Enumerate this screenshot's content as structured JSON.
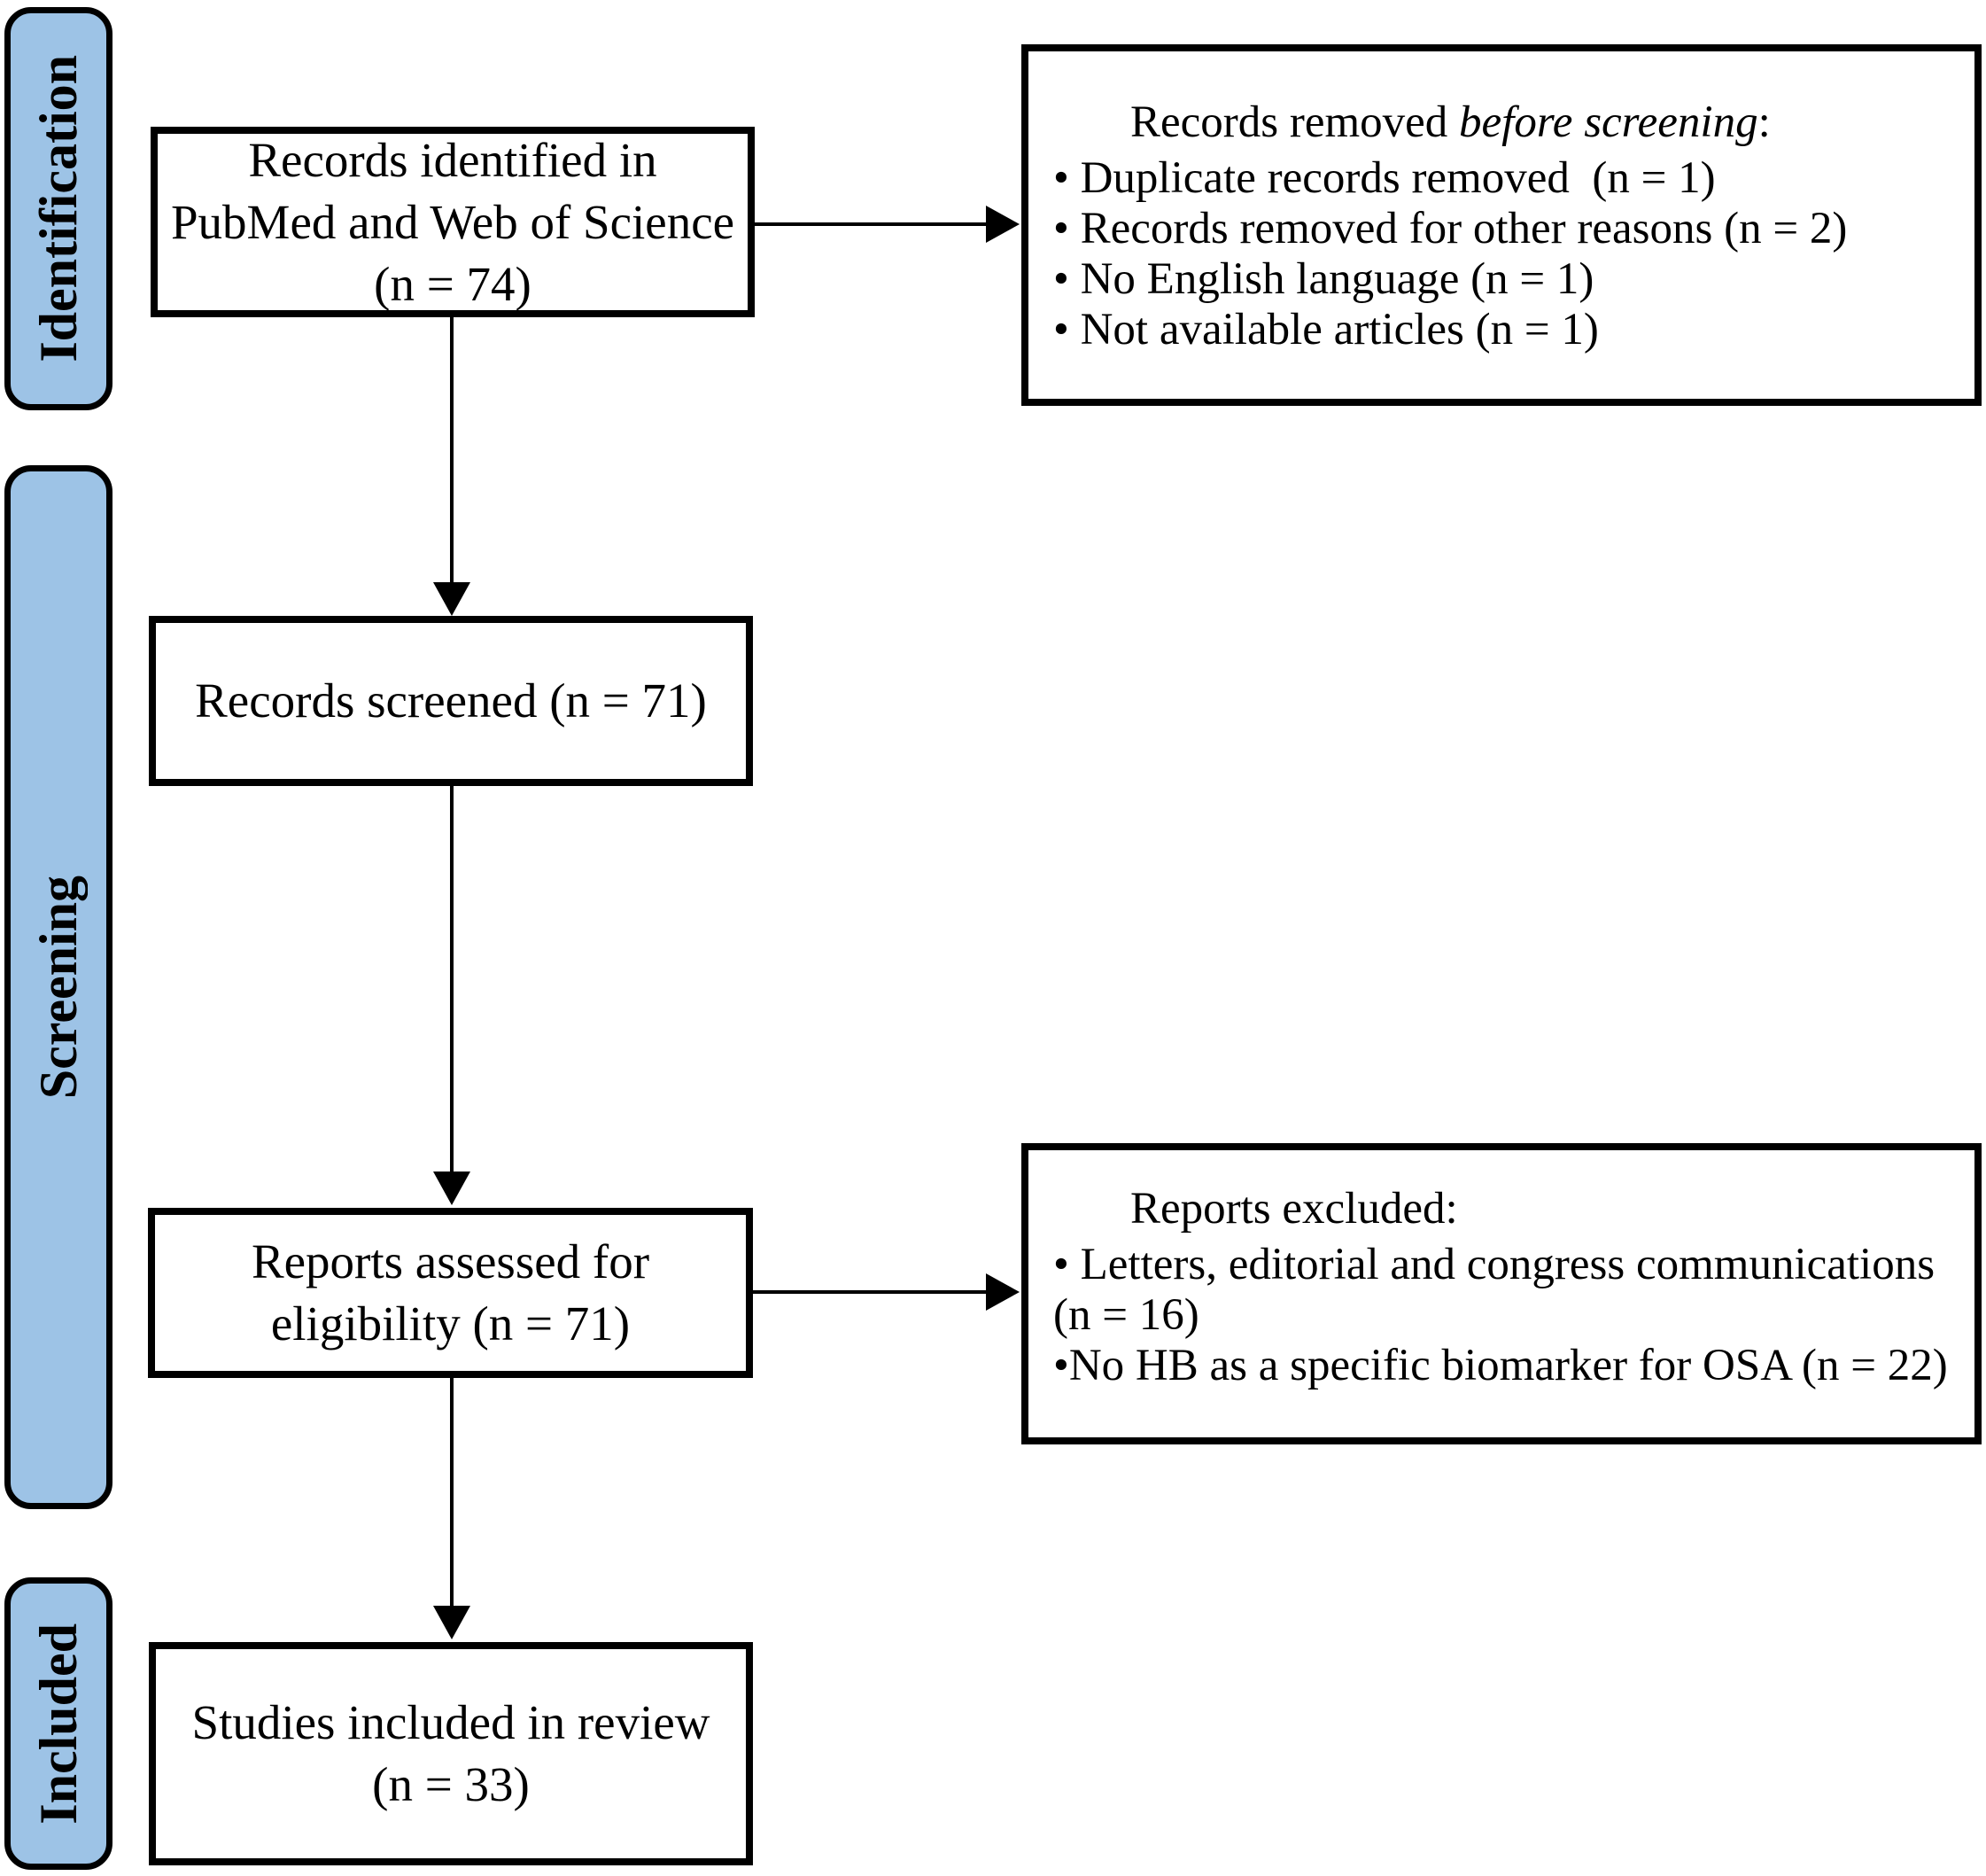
{
  "diagram": {
    "colors": {
      "stage_fill": "#9DC3E6",
      "stage_border": "#000000",
      "box_border": "#000000",
      "arrow": "#000000",
      "background": "#FFFFFF",
      "text": "#000000"
    },
    "stages": [
      {
        "label": "Identification"
      },
      {
        "label": "Screening"
      },
      {
        "label": "Included"
      }
    ],
    "boxes": {
      "identified": {
        "lines": [
          "Records identified in",
          "PubMed and Web of Science",
          "(n = 74)"
        ]
      },
      "removed": {
        "title_prefix": "Records removed ",
        "title_italic": "before screening",
        "title_suffix": ":",
        "bullets": [
          "• Duplicate records removed  (n = 1)",
          "• Records removed for other reasons (n = 2)",
          "• No English language (n = 1)",
          "• Not available articles (n = 1)"
        ]
      },
      "screened": {
        "lines": [
          "Records screened (n = 71)"
        ]
      },
      "assessed": {
        "lines": [
          "Reports assessed for",
          "eligibility (n = 71)"
        ]
      },
      "excluded": {
        "title": "Reports excluded:",
        "bullets": [
          "• Letters, editorial and congress communications",
          "(n = 16)",
          "•No HB as a specific biomarker for OSA (n = 22)"
        ]
      },
      "included": {
        "lines": [
          "Studies included in review",
          "(n = 33)"
        ]
      }
    }
  }
}
